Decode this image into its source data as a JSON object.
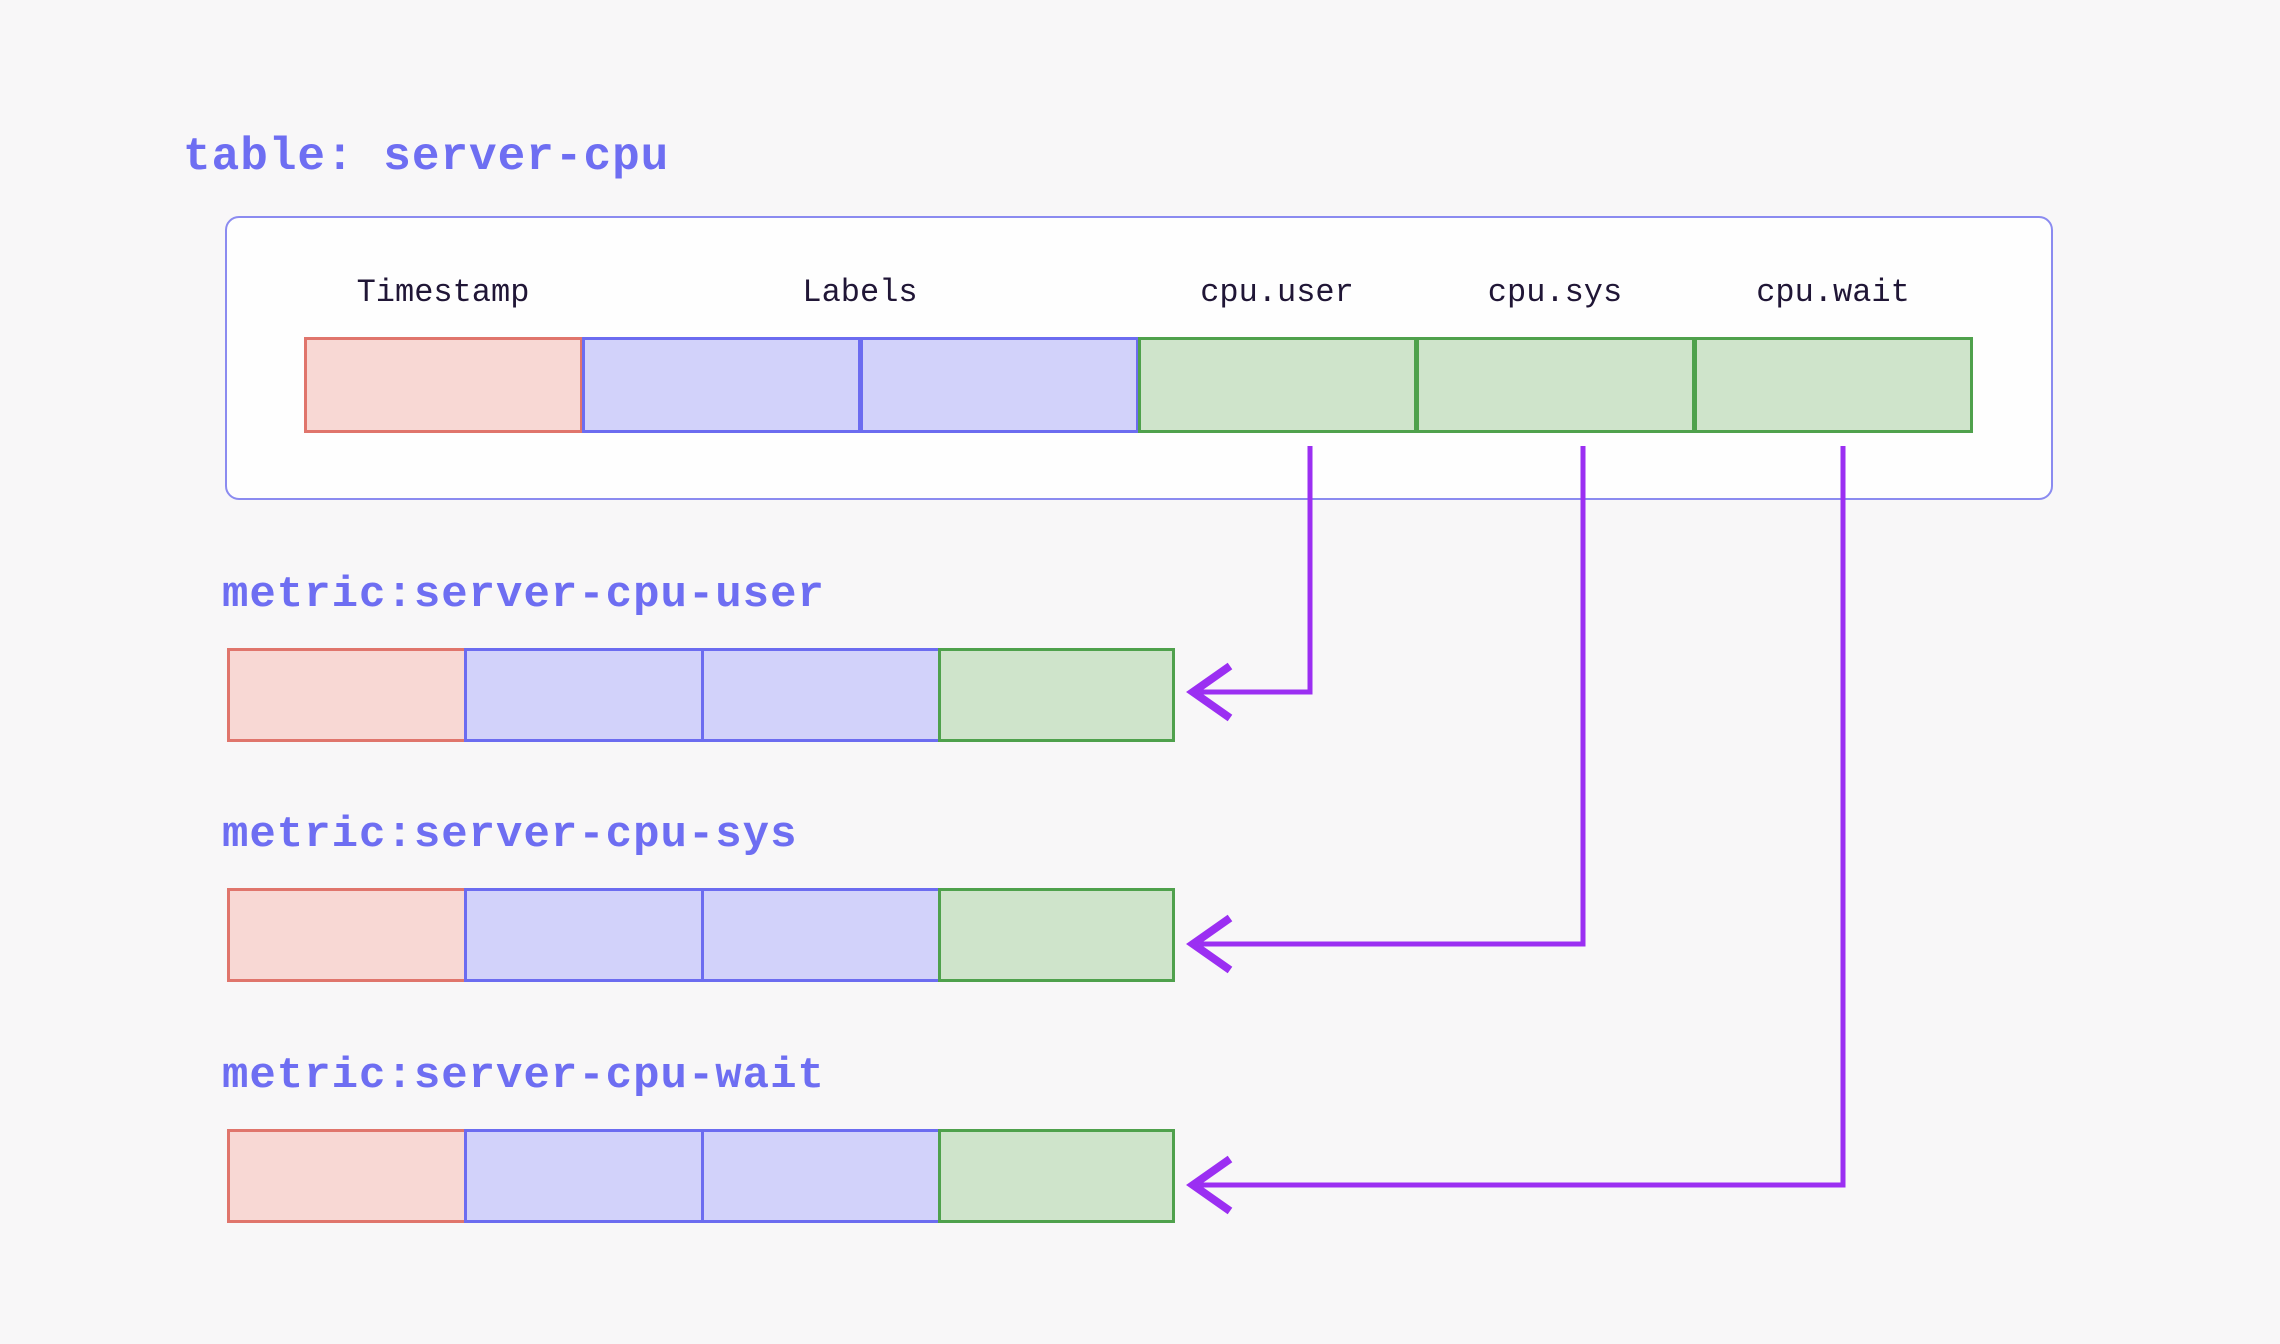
{
  "colors": {
    "page_bg": "#f8f7f8",
    "accent_text": "#6e6ef2",
    "header_text": "#201636",
    "box_fill": "#fefefe",
    "box_border": "#8b8bf0",
    "timestamp_fill": "#f8d8d4",
    "timestamp_border": "#e0756c",
    "label_fill": "#d2d2fa",
    "label_border": "#6c6cf0",
    "field_fill": "#cfe4cb",
    "field_border": "#4fa14c",
    "arrow": "#9b2ff2"
  },
  "table": {
    "title": "table: server-cpu",
    "columns": [
      {
        "header": "Timestamp",
        "type": "timestamp"
      },
      {
        "header": "Labels",
        "type": "label"
      },
      {
        "header": "cpu.user",
        "type": "field"
      },
      {
        "header": "cpu.sys",
        "type": "field"
      },
      {
        "header": "cpu.wait",
        "type": "field"
      }
    ]
  },
  "metrics": [
    {
      "title": "metric:server-cpu-user",
      "source_column": "cpu.user"
    },
    {
      "title": "metric:server-cpu-sys",
      "source_column": "cpu.sys"
    },
    {
      "title": "metric:server-cpu-wait",
      "source_column": "cpu.wait"
    }
  ]
}
